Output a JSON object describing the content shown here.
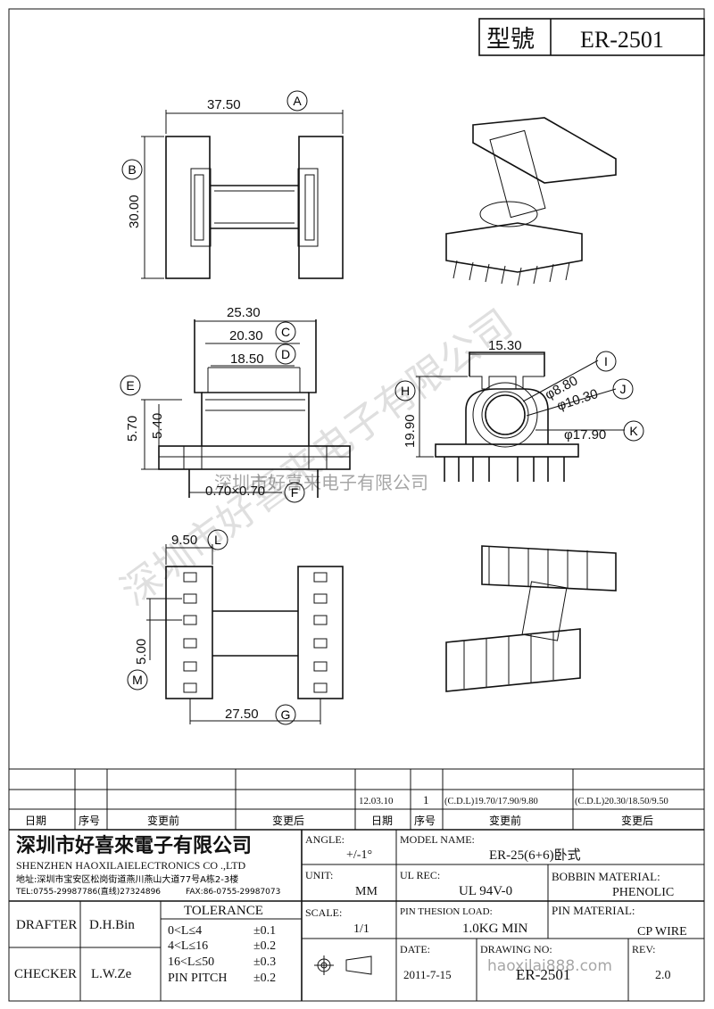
{
  "title_block": {
    "model_label": "型號",
    "model_value": "ER-2501"
  },
  "dimensions": {
    "A": "37.50",
    "B": "30.00",
    "C": "20.30",
    "D": "18.50",
    "top_width": "25.30",
    "E": "5.70",
    "E2": "5.40",
    "F": "0.70×0.70",
    "H": "19.90",
    "width_side": "15.30",
    "I": "φ8.80",
    "J": "φ10.30",
    "K": "φ17.90",
    "L": "9.50",
    "M": "5.00",
    "G": "27.50"
  },
  "callouts": [
    "A",
    "B",
    "C",
    "D",
    "E",
    "F",
    "G",
    "H",
    "I",
    "J",
    "K",
    "L",
    "M"
  ],
  "watermark": {
    "diagonal": "深圳市好喜来电子有限公司",
    "center": "深圳市好喜来电子有限公司"
  },
  "revision": {
    "date": "12.03.10",
    "no": "1",
    "before": "(C.D.L)19.70/17.90/9.80",
    "after": "(C.D.L)20.30/18.50/9.50",
    "headers": {
      "date": "日期",
      "no": "序号",
      "before": "变更前",
      "after": "变更后"
    }
  },
  "company": {
    "cn": "深圳市好喜來電子有限公司",
    "en": "SHENZHEN HAOXILAIELECTRONICS CO .,LTD",
    "address": "地址:深圳市宝安区松岗街道燕川燕山大道77号A栋2-3楼",
    "tel": "TEL:0755-29987786(直线)27324896",
    "fax": "FAX:86-0755-29987073"
  },
  "fields": {
    "angle_label": "ANGLE:",
    "angle_value": "+/-1°",
    "model_name_label": "MODEL NAME:",
    "model_name_value": "ER-25(6+6)卧式",
    "unit_label": "UNIT:",
    "unit_value": "MM",
    "ul_label": "UL REC:",
    "ul_value": "UL 94V-0",
    "bobbin_label": "BOBBIN MATERIAL:",
    "bobbin_value": "PHENOLIC",
    "scale_label": "SCALE:",
    "scale_value": "1/1",
    "pin_load_label": "PIN THESION LOAD:",
    "pin_load_value": "1.0KG MIN",
    "pin_mat_label": "PIN MATERIAL:",
    "pin_mat_value": "CP  WIRE",
    "date_label": "DATE:",
    "date_value": "2011-7-15",
    "drawing_label": "DRAWING NO:",
    "drawing_value": "ER-2501",
    "rev_label": "REV:",
    "rev_value": "2.0",
    "drafter_label": "DRAFTER",
    "drafter_value": "D.H.Bin",
    "checker_label": "CHECKER",
    "checker_value": "L.W.Ze",
    "web": "haoxilai888.com"
  },
  "tolerance": {
    "title": "TOLERANCE",
    "rows": [
      {
        "range": "0<L≤4",
        "value": "±0.1"
      },
      {
        "range": "4<L≤16",
        "value": "±0.2"
      },
      {
        "range": "16<L≤50",
        "value": "±0.3"
      },
      {
        "range": "PIN PITCH",
        "value": "±0.2"
      }
    ]
  }
}
